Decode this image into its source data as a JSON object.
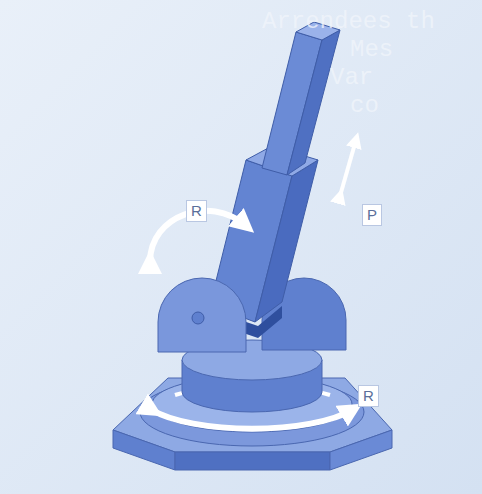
{
  "diagram": {
    "labels": [
      "R",
      "P",
      "R",
      "Arrendees th",
      "Mes",
      "Var",
      "co"
    ]
  }
}
